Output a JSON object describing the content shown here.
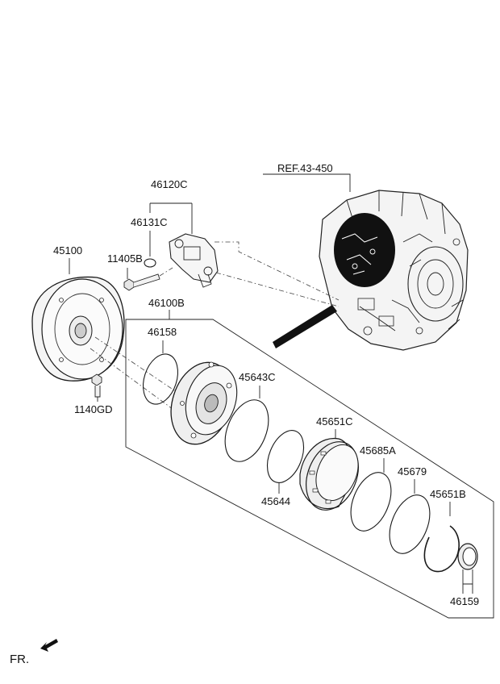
{
  "reference_label": "REF.43-450",
  "front_label": "FR.",
  "part_labels": {
    "p46120C": "46120C",
    "p46131C": "46131C",
    "p11405B": "11405B",
    "p45100": "45100",
    "p46100B": "46100B",
    "p46158": "46158",
    "p1140GD": "1140GD",
    "p45643C": "45643C",
    "p45651C": "45651C",
    "p45685A": "45685A",
    "p45644": "45644",
    "p45679": "45679",
    "p45651B": "45651B",
    "p46159": "46159"
  },
  "icons": [
    "front-arrow-icon"
  ]
}
